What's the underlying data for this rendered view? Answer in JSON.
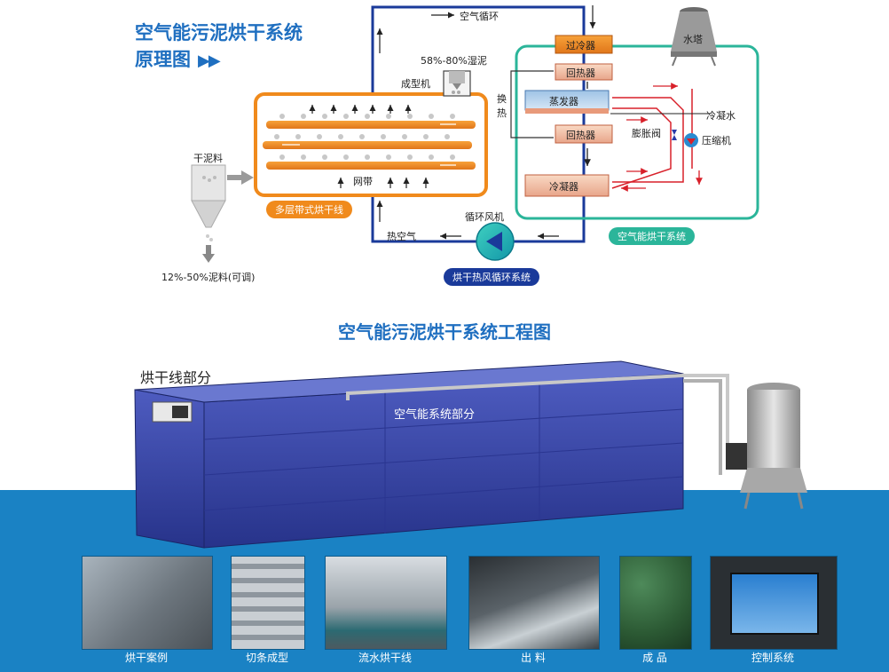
{
  "header": {
    "title_line1": "空气能污泥烘干系统",
    "title_line2": "原理图",
    "title_arrows": "▶▶"
  },
  "diagram": {
    "air_circulation": "空气循环",
    "wet_sludge": "58%-80%湿泥",
    "forming_machine": "成型机",
    "mesh_belt": "网带",
    "multi_layer_line": "多层带式烘干线",
    "dry_sludge": "干泥料",
    "dry_sludge_range": "12%-50%泥料(可调)",
    "hot_air": "热空气",
    "circulation_fan": "循环风机",
    "hot_air_system": "烘干热风循环系统",
    "subcooler": "过冷器",
    "reheater_top": "回热器",
    "evaporator": "蒸发器",
    "reheater_bottom": "回热器",
    "condenser": "冷凝器",
    "heat_exchange": "换热",
    "expansion_valve": "膨胀阀",
    "compressor": "压缩机",
    "cooling_water": "冷凝水",
    "water_tower": "水塔",
    "air_energy_system": "空气能烘干系统"
  },
  "engineering": {
    "title": "空气能污泥烘干系统工程图",
    "drying_line_part": "烘干线部分",
    "air_energy_part": "空气能系统部分"
  },
  "gallery": [
    {
      "caption": "烘干案例"
    },
    {
      "caption": "切条成型"
    },
    {
      "caption": "流水烘干线"
    },
    {
      "caption": "出 料"
    },
    {
      "caption": "成 品"
    },
    {
      "caption": "控制系统"
    }
  ],
  "colors": {
    "blue_loop": "#1a3a9a",
    "orange_dryer": "#f08a1c",
    "green_system": "#2bb59a",
    "title_blue": "#1f6fc0",
    "band_blue": "#1a82c4",
    "machine_blue": "#3a4aa8"
  }
}
